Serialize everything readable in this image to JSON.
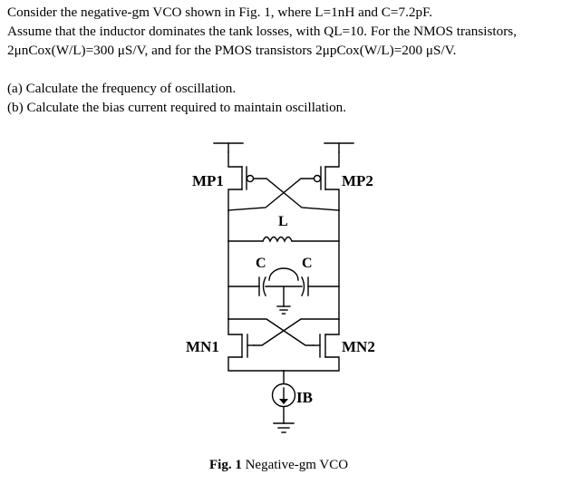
{
  "problem": {
    "intro_lines": [
      "Consider the negative-gm VCO shown in Fig. 1, where L=1nH and C=7.2pF.",
      "Assume that the inductor dominates the tank losses, with QL=10. For the NMOS transistors,",
      "2μnCox(W/L)=300 μS/V, and for the PMOS transistors 2μpCox(W/L)=200 μS/V."
    ],
    "question_a": "(a) Calculate the frequency of oscillation.",
    "question_b": "(b) Calculate the bias current required to maintain oscillation."
  },
  "figure": {
    "labels": {
      "mp1": "MP1",
      "mp2": "MP2",
      "inductor": "L",
      "cap_left": "C",
      "cap_right": "C",
      "mn1": "MN1",
      "mn2": "MN2",
      "bias": "IB"
    },
    "caption_prefix": "Fig. 1",
    "caption_text": " Negative-gm VCO"
  }
}
